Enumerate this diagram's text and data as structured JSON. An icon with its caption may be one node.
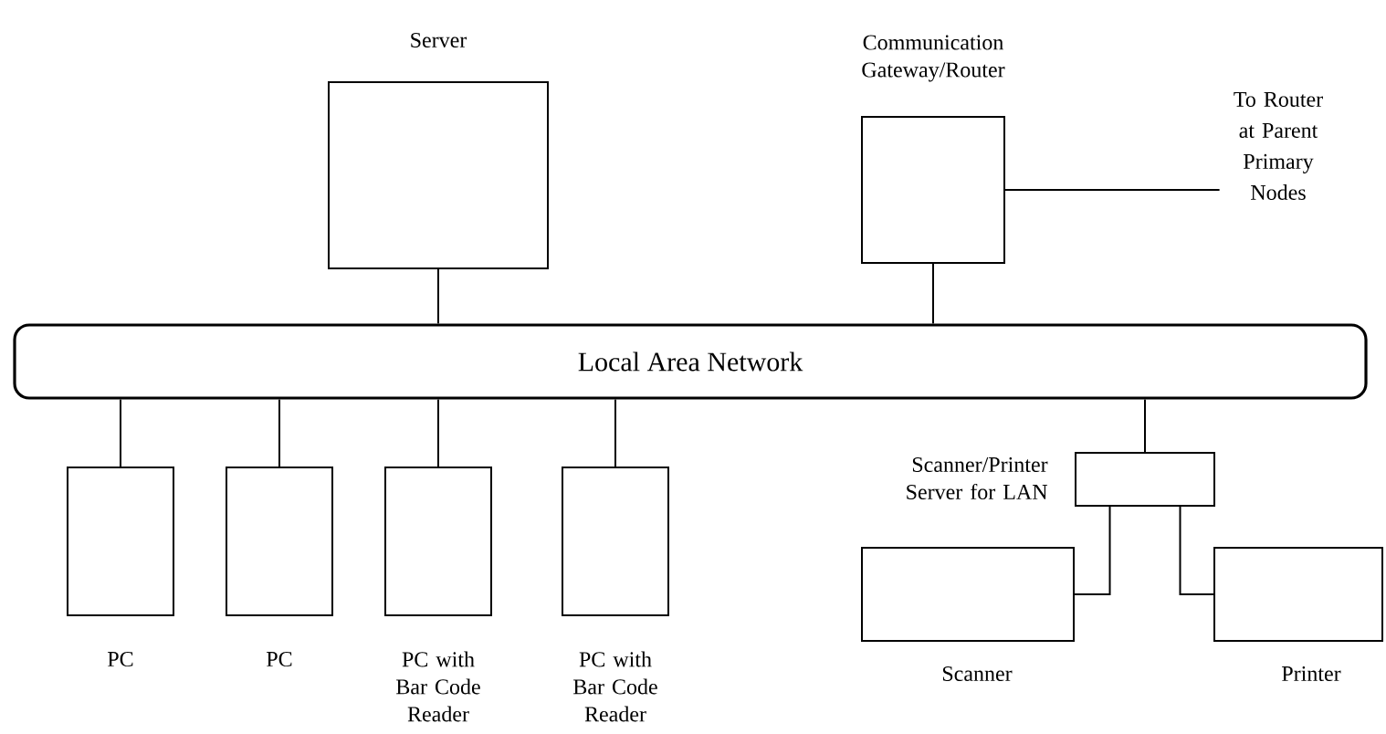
{
  "diagram": {
    "nodes": [
      {
        "text": [
          "Server"
        ]
      },
      {
        "text": [
          "Communication Gateway/Router"
        ]
      },
      {
        "text": [
          "To Router at Parent Primary Nodes"
        ]
      },
      {
        "text": [
          "Local Area Network"
        ]
      },
      {
        "text": [
          "PC"
        ]
      },
      {
        "text": [
          "PC"
        ]
      },
      {
        "text": [
          "PC with Bar Code Reader"
        ]
      },
      {
        "text": [
          "PC with Bar Code Reader"
        ]
      },
      {
        "text": [
          "Scanner/Printer Server for LAN"
        ]
      },
      {
        "text": [
          "Scanner"
        ]
      },
      {
        "text": [
          "Printer"
        ]
      }
    ],
    "edges": [
      {
        "from": 0,
        "to": 3,
        "arrow": "none"
      },
      {
        "from": 1,
        "to": 3,
        "arrow": "none"
      },
      {
        "from": 1,
        "to": 2,
        "arrow": "none"
      },
      {
        "from": 3,
        "to": 4,
        "arrow": "none"
      },
      {
        "from": 3,
        "to": 5,
        "arrow": "none"
      },
      {
        "from": 3,
        "to": 6,
        "arrow": "none"
      },
      {
        "from": 3,
        "to": 7,
        "arrow": "none"
      },
      {
        "from": 3,
        "to": 8,
        "arrow": "none"
      },
      {
        "from": 8,
        "to": 9,
        "arrow": "none"
      },
      {
        "from": 8,
        "to": 10,
        "arrow": "none"
      }
    ]
  }
}
